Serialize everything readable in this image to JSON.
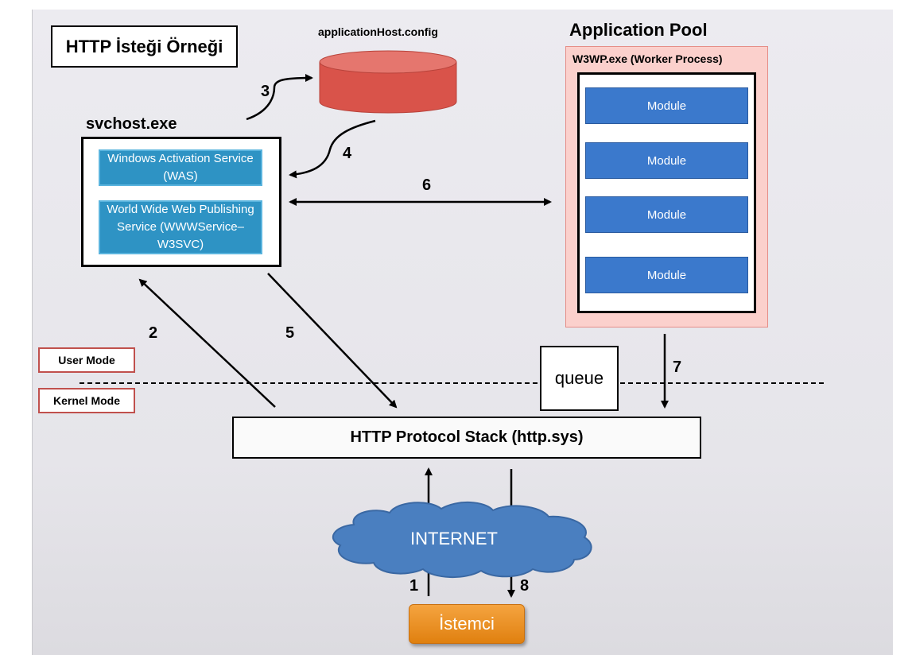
{
  "title": "HTTP İsteği Örneği",
  "config_label": "applicationHost.config",
  "svchost": {
    "label": "svchost.exe",
    "was": "Windows Activation Service (WAS)",
    "www": "World Wide Web Publishing Service (WWWService– W3SVC)"
  },
  "app_pool": {
    "label": "Application Pool",
    "worker_label": "W3WP.exe (Worker Process)",
    "modules": [
      "Module",
      "Module",
      "Module",
      "Module"
    ]
  },
  "modes": {
    "user": "User Mode",
    "kernel": "Kernel Mode"
  },
  "queue": "queue",
  "http_stack": "HTTP Protocol Stack (http.sys)",
  "internet": "INTERNET",
  "client": "İstemci",
  "steps": [
    "1",
    "2",
    "3",
    "4",
    "5",
    "6",
    "7",
    "8"
  ],
  "colors": {
    "blue_service": "#2e93c4",
    "module_blue": "#3b79cc",
    "pool_pink": "#fbd0cc",
    "cylinder_red": "#d9534a",
    "client_orange": "#e8901f",
    "cloud_blue": "#4a7fc0",
    "mode_border": "#c0504d"
  }
}
